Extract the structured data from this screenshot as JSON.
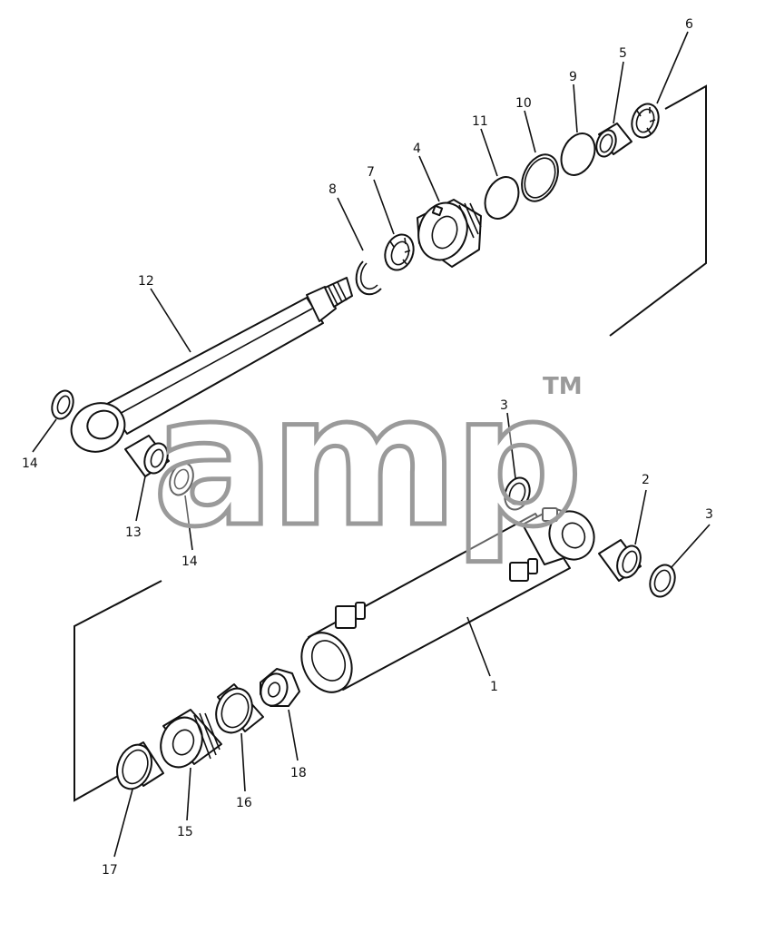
{
  "diagram": {
    "watermark": {
      "text": "amp",
      "mark": "TM"
    },
    "callouts": [
      {
        "id": "c1",
        "label": "1"
      },
      {
        "id": "c2",
        "label": "2"
      },
      {
        "id": "c3a",
        "label": "3"
      },
      {
        "id": "c3b",
        "label": "3"
      },
      {
        "id": "c4",
        "label": "4"
      },
      {
        "id": "c5",
        "label": "5"
      },
      {
        "id": "c6",
        "label": "6"
      },
      {
        "id": "c7",
        "label": "7"
      },
      {
        "id": "c8",
        "label": "8"
      },
      {
        "id": "c9",
        "label": "9"
      },
      {
        "id": "c10",
        "label": "10"
      },
      {
        "id": "c11",
        "label": "11"
      },
      {
        "id": "c12",
        "label": "12"
      },
      {
        "id": "c13",
        "label": "13"
      },
      {
        "id": "c14a",
        "label": "14"
      },
      {
        "id": "c14b",
        "label": "14"
      },
      {
        "id": "c15",
        "label": "15"
      },
      {
        "id": "c16",
        "label": "16"
      },
      {
        "id": "c17",
        "label": "17"
      },
      {
        "id": "c18",
        "label": "18"
      }
    ]
  }
}
